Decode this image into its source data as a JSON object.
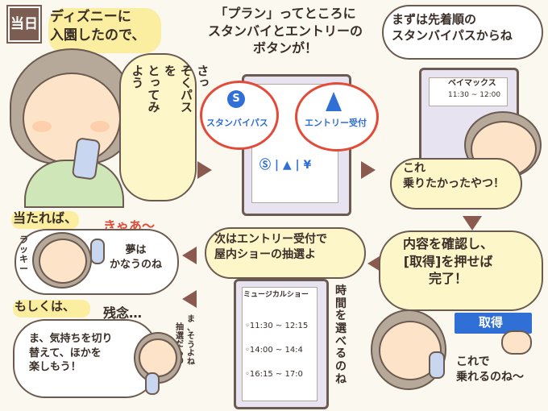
{
  "day_tag": "当日",
  "panel1": {
    "caption": "ディズニーに\n入園したので、",
    "speech": "さっ\nそくパス\nを\nとってみ\nよう"
  },
  "panel2": {
    "caption": "「プラン」ってところに\nスタンバイとエントリーの\nボタンが！",
    "standby_label": "スタンバイパス",
    "entry_label": "エントリー受付"
  },
  "panel3": {
    "caption": "まずは先着順の\nスタンバイパスからね",
    "ride_name": "ベイマックス",
    "ride_time": "11:30 ~ 12:00",
    "speech": "これ\n乗りたかったやつ！"
  },
  "panel4": {
    "caption": "内容を確認し、\n[取得]を押せば\n完了！",
    "button_label": "取得",
    "speech": "これで\n乗れるのね〜"
  },
  "panel5": {
    "caption": "次はエントリー受付で\n屋内ショーの抽選よ",
    "show_name": "ミュージカルショー",
    "times": [
      "◦11:30 ~ 12:15",
      "◦14:00 ~ 14:4",
      "◦16:15 ~ 17:0"
    ],
    "side_text": "時\n間\nを\n選\nべ\nる\nの\nね"
  },
  "panel6": {
    "caption": "当たれば、",
    "exclaim": "きゃあ〜",
    "lucky": "ラ\nッ\nキ\nー",
    "speech": "夢は\nかなうのね"
  },
  "panel7": {
    "caption": "もしくは、",
    "exclaim": "残念…",
    "aside": "ま\n、\nそ\nう\nよ\nね",
    "aside2": "抽\n選\nだ\nも\nの",
    "speech": "ま、気持ちを切り\n替えて、ほかを\n楽しもう！"
  },
  "colors": {
    "bg": "#fbf8ef",
    "arrow": "#8a5a4e",
    "accent": "#2f6fd6",
    "yellow": "#fbeea0"
  }
}
